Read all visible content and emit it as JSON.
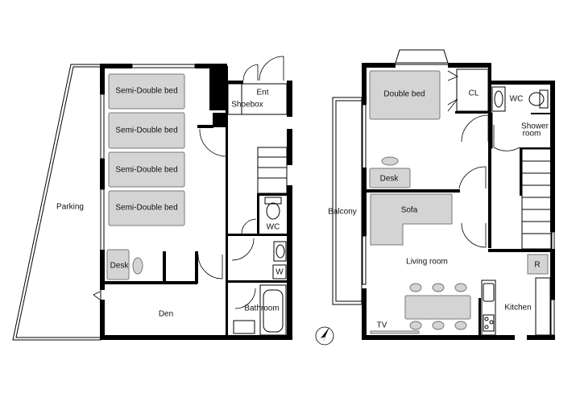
{
  "floor1": {
    "parking": "Parking",
    "beds": [
      "Semi-Double bed",
      "Semi-Double bed",
      "Semi-Double bed",
      "Semi-Double bed"
    ],
    "desk": "Desk",
    "den": "Den",
    "entrance": "Ent",
    "shoebox": "Shoebox",
    "wc": "WC",
    "washer": "W",
    "bathroom": "Bathroom"
  },
  "floor2": {
    "double_bed": "Double bed",
    "closet": "CL",
    "wc": "WC",
    "shower_line1": "Shower",
    "shower_line2": "room",
    "desk": "Desk",
    "balcony": "Balcony",
    "sofa": "Sofa",
    "living_room": "Living room",
    "refrigerator": "R",
    "kitchen": "Kitchen",
    "tv": "TV"
  },
  "compass_icon": "north-arrow-icon"
}
